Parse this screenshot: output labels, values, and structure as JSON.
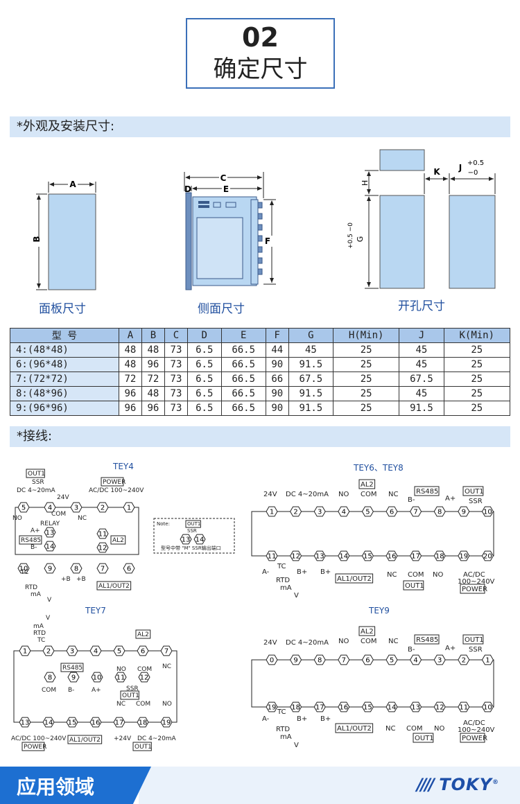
{
  "header": {
    "number": "02",
    "title": "确定尺寸"
  },
  "sections": {
    "dims": "*外观及安装尺寸:",
    "wiring": "*接线:"
  },
  "drawings": {
    "panel": {
      "caption": "面板尺寸",
      "A": "A",
      "B": "B"
    },
    "side": {
      "caption": "侧面尺寸",
      "C": "C",
      "D": "D",
      "E": "E",
      "F": "F"
    },
    "cutout": {
      "caption": "开孔尺寸",
      "H": "H",
      "K": "K",
      "J": "J",
      "J_tol": "+0.5",
      "J_tol2": "−0",
      "G": "G",
      "G_tol": "+0.5 −0"
    }
  },
  "table": {
    "headers": [
      "型 号",
      "A",
      "B",
      "C",
      "D",
      "E",
      "F",
      "G",
      "H(Min)",
      "J",
      "K(Min)"
    ],
    "rows": [
      [
        "4:(48*48)",
        "48",
        "48",
        "73",
        "6.5",
        "66.5",
        "44",
        "45",
        "25",
        "45",
        "25"
      ],
      [
        "6:(96*48)",
        "48",
        "96",
        "73",
        "6.5",
        "66.5",
        "90",
        "91.5",
        "25",
        "45",
        "25"
      ],
      [
        "7:(72*72)",
        "72",
        "72",
        "73",
        "6.5",
        "66.5",
        "66",
        "67.5",
        "25",
        "67.5",
        "25"
      ],
      [
        "8:(48*96)",
        "96",
        "48",
        "73",
        "6.5",
        "66.5",
        "90",
        "91.5",
        "25",
        "45",
        "25"
      ],
      [
        "9:(96*96)",
        "96",
        "96",
        "73",
        "6.5",
        "66.5",
        "90",
        "91.5",
        "25",
        "91.5",
        "25"
      ]
    ]
  },
  "wiring": {
    "tey4": {
      "title": "TEY4",
      "out1": "OUT1",
      "ssr": "SSR",
      "dc": "DC 4~20mA",
      "v24": "24V",
      "power": "POWER",
      "acdc": "AC/DC 100~240V",
      "com": "COM",
      "nc": "NC",
      "no": "NO",
      "relay": "RELAY",
      "rs485": "RS485",
      "al2": "AL2",
      "tc": "TC",
      "rtd": "RTD",
      "ma": "mA",
      "v": "V",
      "al1out2": "AL1/OUT2",
      "aplus": "A+",
      "bminus": "B-",
      "pb": "+B",
      "note_title": "Note:",
      "note_out1": "OUT1",
      "note_ssr": "SSR",
      "note_text": "型号中带 \"M\" SSR输出端口"
    },
    "tey68": {
      "title": "TEY6、TEY8",
      "v24": "24V",
      "dc": "DC 4~20mA",
      "al2": "AL2",
      "no": "NO",
      "com": "COM",
      "nc": "NC",
      "rs485": "RS485",
      "out1": "OUT1",
      "ssr": "SSR",
      "bm": "B-",
      "ap": "A+",
      "tc": "TC",
      "rtd": "RTD",
      "ma": "mA",
      "v": "V",
      "am": "A-",
      "bp": "B+",
      "bp2": "B+",
      "al1out2": "AL1/OUT2",
      "acdc1": "AC/DC",
      "acdc2": "100~240V",
      "power": "POWER"
    },
    "tey7": {
      "title": "TEY7",
      "v": "V",
      "ma": "mA",
      "rtd": "RTD",
      "tc": "TC",
      "al2": "AL2",
      "no": "NO",
      "com": "COM",
      "nc": "NC",
      "rs485": "RS485",
      "com2": "COM",
      "bm": "B-",
      "ap": "A+",
      "ssr": "SSR",
      "out1": "OUT1",
      "acdc": "AC/DC 100~240V",
      "power": "POWER",
      "al1out2": "AL1/OUT2",
      "v24": "+24V",
      "dc": "DC 4~20mA",
      "out1b": "OUT1"
    },
    "tey9": {
      "title": "TEY9",
      "v24": "24V",
      "dc": "DC 4~20mA",
      "al2": "AL2",
      "no": "NO",
      "com": "COM",
      "nc": "NC",
      "rs485": "RS485",
      "out1": "OUT1",
      "ssr": "SSR",
      "bm": "B-",
      "ap": "A+",
      "tc": "TC",
      "rtd": "RTD",
      "ma": "mA",
      "v": "V",
      "am": "A-",
      "bp": "B+",
      "bp2": "B+",
      "al1out2": "AL1/OUT2",
      "acdc1": "AC/DC",
      "acdc2": "100~240V",
      "power": "POWER"
    }
  },
  "footer": {
    "label": "应用领域",
    "brand": "TOKY",
    "reg": "®"
  }
}
